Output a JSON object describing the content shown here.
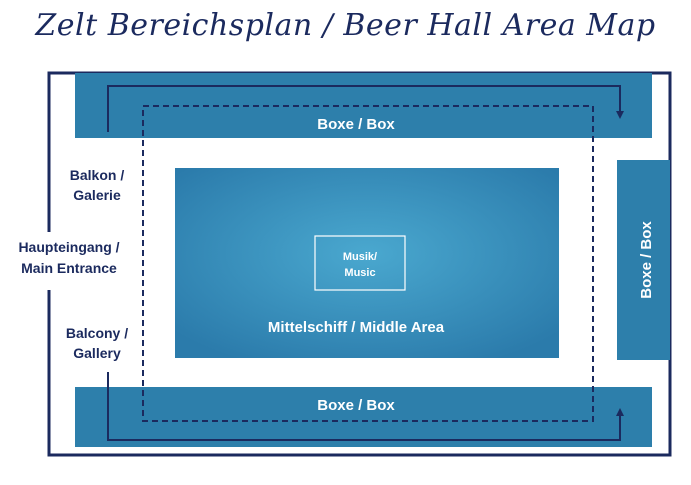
{
  "title": "Zelt Bereichsplan / Beer Hall Area Map",
  "colors": {
    "outline": "#1b2a5e",
    "box": "#2d7fab",
    "center_inner": "#4aa8cf",
    "center_outer": "#2b7bab",
    "label_text": "#1b2a5e",
    "on_box_text": "#ffffff"
  },
  "areas": {
    "box_top": "Boxe / Box",
    "box_bottom": "Boxe / Box",
    "box_right": "Boxe / Box",
    "middle": "Mittelschiff / Middle Area",
    "music_line1": "Musik/",
    "music_line2": "Music"
  },
  "side_labels": {
    "balkon_line1": "Balkon /",
    "balkon_line2": "Galerie",
    "entrance_line1": "Haupteingang /",
    "entrance_line2": "Main Entrance",
    "balcony_line1": "Balcony /",
    "balcony_line2": "Gallery"
  }
}
